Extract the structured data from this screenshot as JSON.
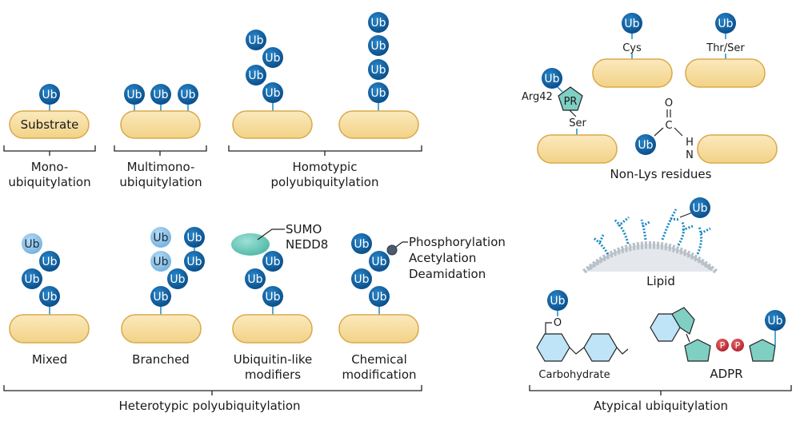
{
  "colors": {
    "ub_dark": "#0e5fa3",
    "ub_light": "#8fc3ea",
    "substrate_fill": "#f6dc9a",
    "substrate_stroke": "#d9a94a",
    "teal": "#7fcfc3",
    "light_blue_ring": "#bfe3f7",
    "phosphate": "#c8343c",
    "modification_dot": "#4a5a70",
    "membrane": "#c8cfd6",
    "lipid_chain": "#1a8ac4"
  },
  "ub_label": "Ub",
  "substrate_label": "Substrate",
  "top_row": {
    "mono": {
      "label_line1": "Mono-",
      "label_line2": "ubiquitylation"
    },
    "multimono": {
      "label_line1": "Multimono-",
      "label_line2": "ubiquitylation"
    },
    "homotypic": {
      "label_line1": "Homotypic",
      "label_line2": "polyubiquitylation"
    }
  },
  "bottom_row": {
    "mixed": {
      "label": "Mixed"
    },
    "branched": {
      "label": "Branched"
    },
    "ubl": {
      "label_line1": "Ubiquitin-like",
      "label_line2": "modifiers",
      "callout_line1": "SUMO",
      "callout_line2": "NEDD8"
    },
    "chemical": {
      "label_line1": "Chemical",
      "label_line2": "modification",
      "callout_line1": "Phosphorylation",
      "callout_line2": "Acetylation",
      "callout_line3": "Deamidation"
    },
    "group_label": "Heterotypic polyubiquitylation"
  },
  "non_lys": {
    "cys": "Cys",
    "thr_ser": "Thr/Ser",
    "arg42": "Arg42",
    "pr": "PR",
    "ser": "Ser",
    "o": "O",
    "c": "C",
    "h": "H",
    "n": "N",
    "group_label": "Non-Lys residues"
  },
  "atypical": {
    "lipid": "Lipid",
    "carbohydrate": "Carbohydrate",
    "o": "O",
    "adpr": "ADPR",
    "p": "P",
    "group_label": "Atypical ubiquitylation"
  }
}
